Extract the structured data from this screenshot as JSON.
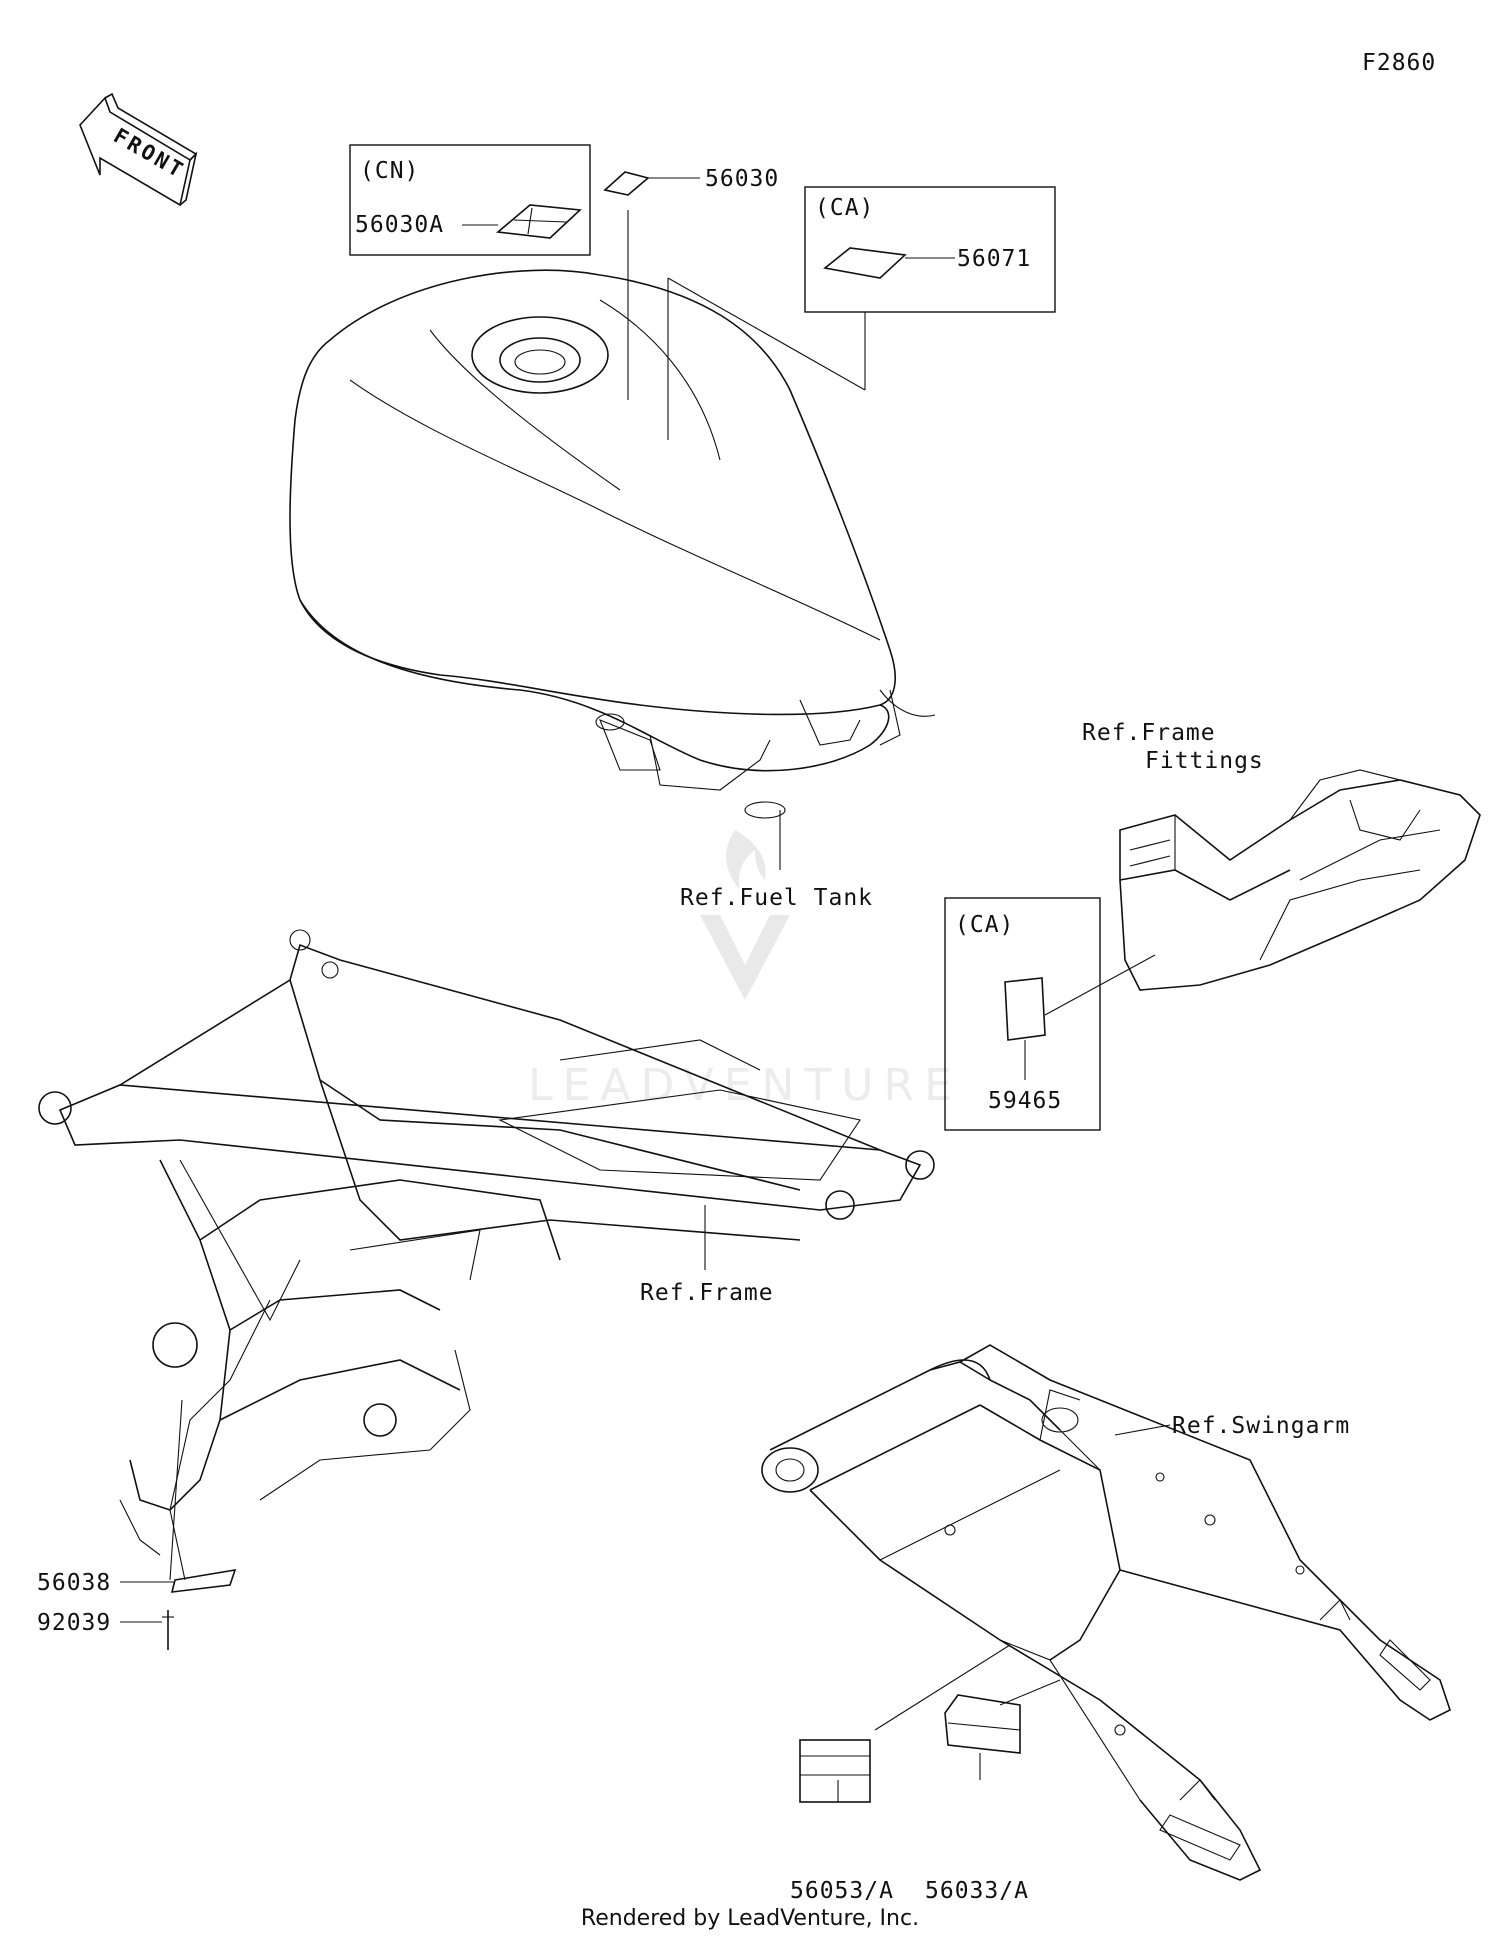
{
  "figure_code": "F2860",
  "front_arrow": {
    "text": "FRONT",
    "icon": "front-arrow-icon"
  },
  "boxes": {
    "cn": {
      "region": "(CN)",
      "part": "56030A"
    },
    "ca_tank": {
      "region": "(CA)",
      "part": "56071"
    },
    "ca_fittings": {
      "region": "(CA)",
      "part": "59465"
    }
  },
  "parts": {
    "p56030": "56030",
    "p56038": "56038",
    "p92039": "92039",
    "p56053": "56053/A",
    "p56033": "56033/A"
  },
  "refs": {
    "fuel_tank": "Ref.Fuel Tank",
    "frame_fittings_1": "Ref.Frame",
    "frame_fittings_2": "Fittings",
    "frame": "Ref.Frame",
    "swingarm": "Ref.Swingarm"
  },
  "watermark": "LEADVENTURE",
  "footer": "Rendered by LeadVenture, Inc."
}
